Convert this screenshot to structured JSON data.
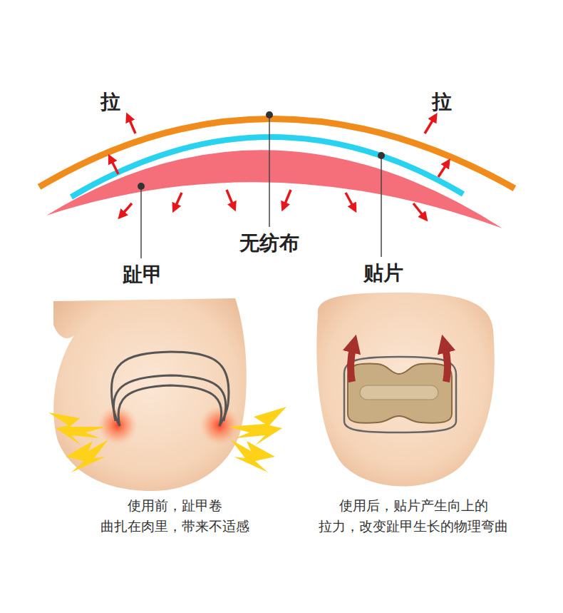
{
  "diagram": {
    "labels": [
      "拉",
      "拉",
      "无纺布",
      "趾甲",
      "贴片",
      "使用前，趾甲卷 曲扎在肉里，带来不适感",
      "使用后，贴片产生向上的 拉力，改变趾甲生长的物理弯曲"
    ]
  }
}
